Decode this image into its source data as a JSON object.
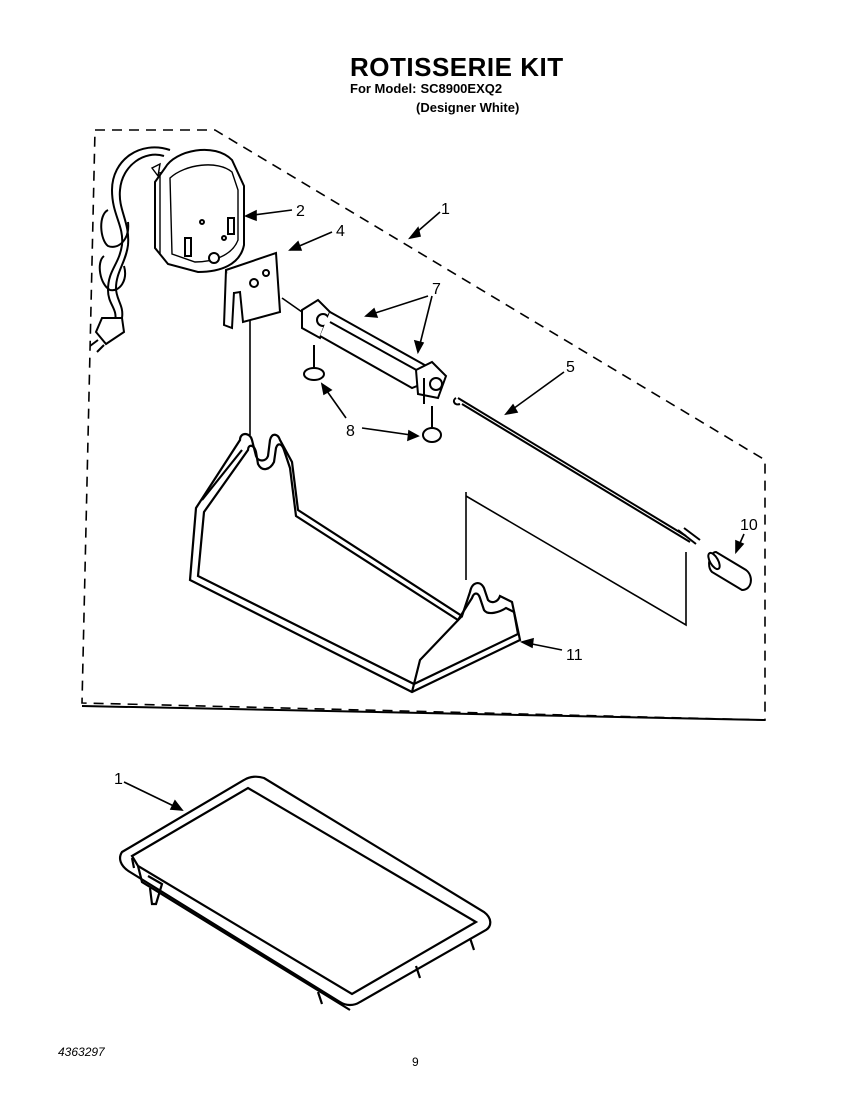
{
  "header": {
    "title": "ROTISSERIE KIT",
    "model_label": "For Model:",
    "model_number": "SC8900EXQ2",
    "variant": "(Designer White)"
  },
  "callouts": {
    "kit": "1",
    "motor": "2",
    "bracket": "4",
    "spit": "5",
    "spit_support": "7",
    "screw": "8",
    "handle": "10",
    "rack": "11",
    "pan": "1"
  },
  "footer": {
    "doc_number": "4363297",
    "page_number": "9"
  }
}
